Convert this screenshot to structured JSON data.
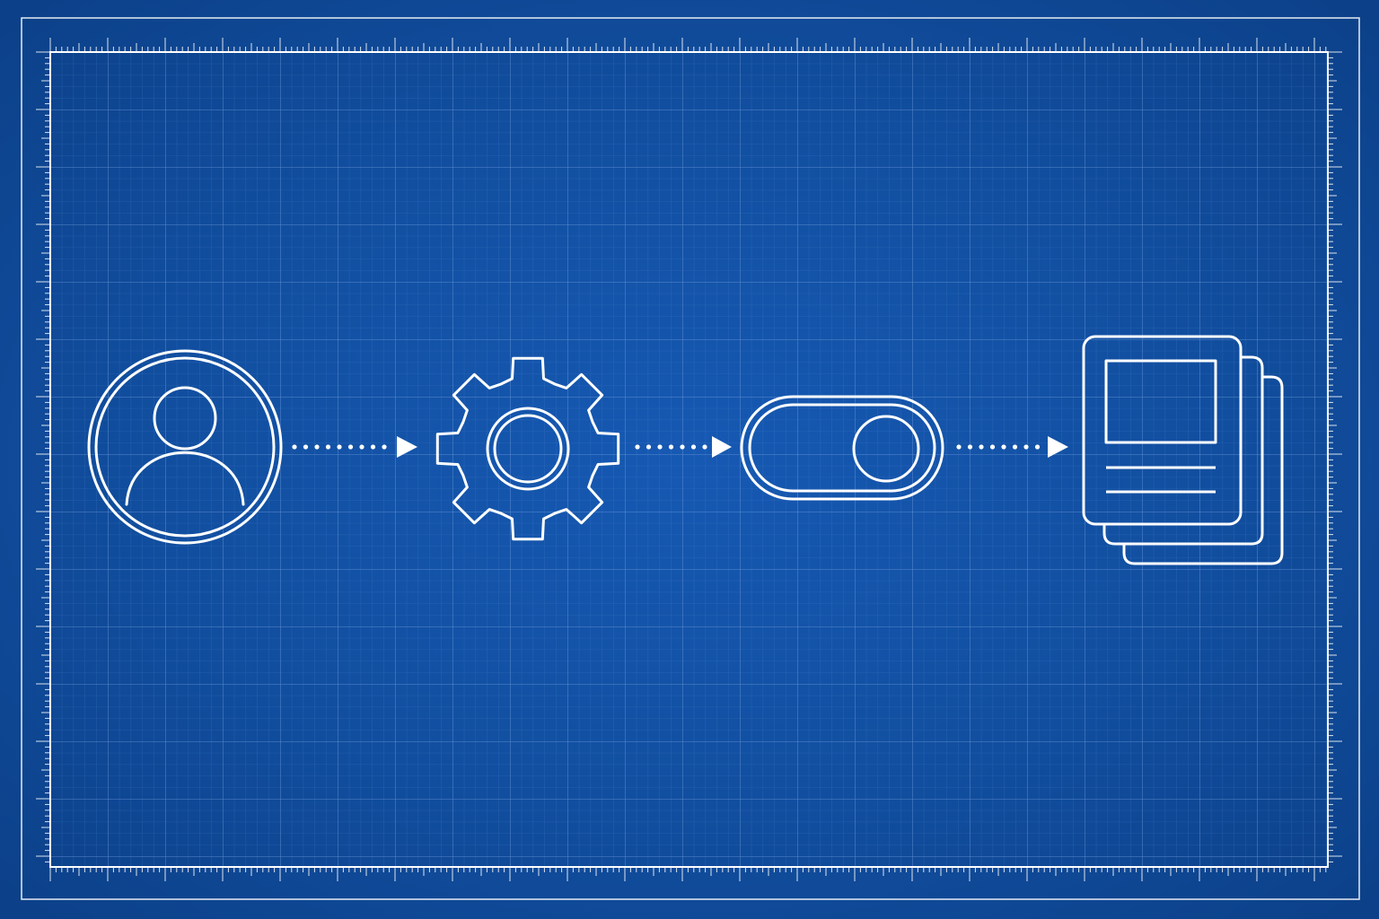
{
  "diagram": {
    "kind": "workflow",
    "steps": [
      {
        "id": "user",
        "icon": "user-avatar-icon"
      },
      {
        "id": "settings",
        "icon": "gear-icon"
      },
      {
        "id": "toggle",
        "icon": "toggle-switch-icon"
      },
      {
        "id": "documents",
        "icon": "document-stack-icon"
      }
    ],
    "connectors": [
      {
        "from": "user",
        "to": "settings",
        "style": "dotted-arrow"
      },
      {
        "from": "settings",
        "to": "toggle",
        "style": "dotted-arrow"
      },
      {
        "from": "toggle",
        "to": "documents",
        "style": "dotted-arrow"
      }
    ]
  },
  "colors": {
    "background": "#1352a6",
    "line": "#ffffff",
    "grid_minor": "#4f85cf",
    "grid_major": "#7ea6e0"
  }
}
